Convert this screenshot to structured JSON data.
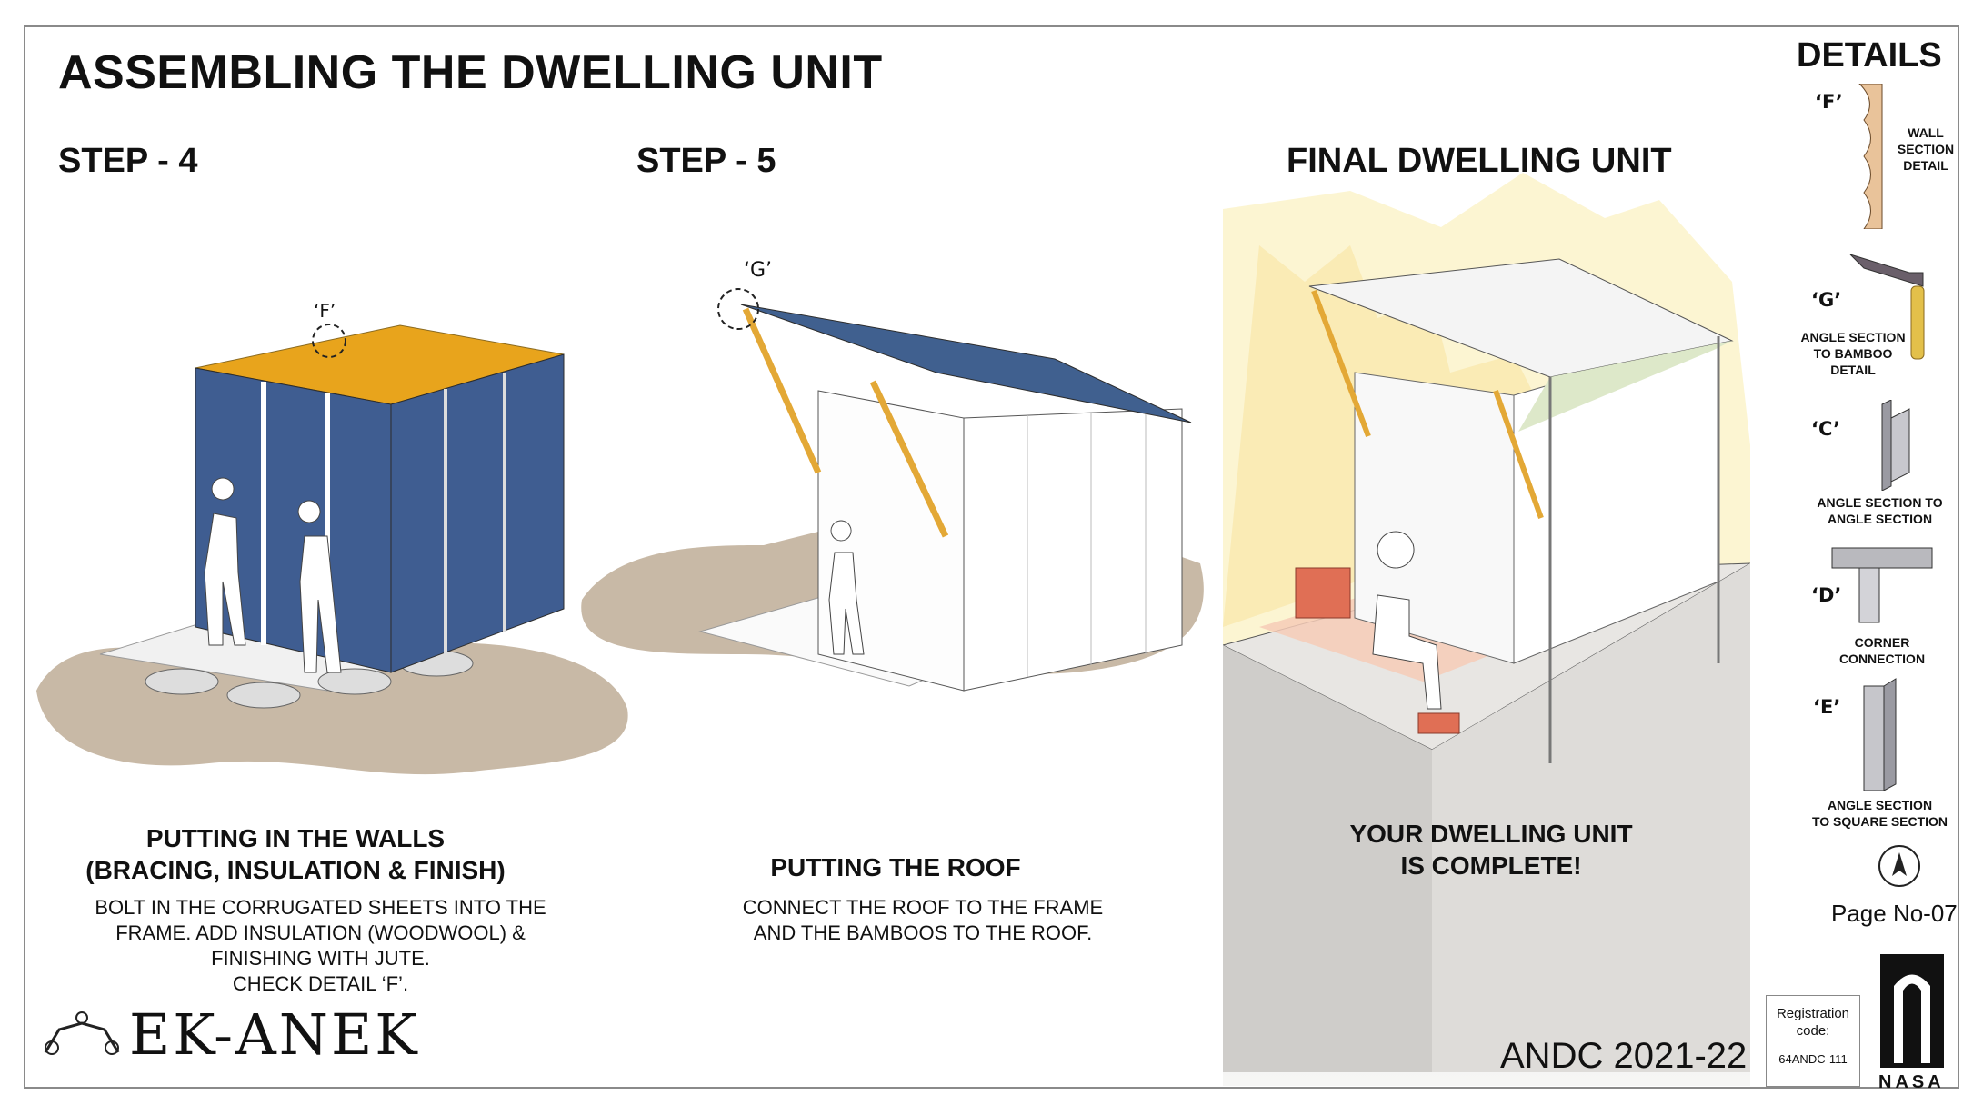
{
  "title": "ASSEMBLING THE DWELLING UNIT",
  "steps": {
    "step4": {
      "heading": "STEP - 4",
      "marker": "‘F’",
      "caption_line1": "PUTTING IN THE WALLS",
      "caption_line2": "(BRACING, INSULATION & FINISH)",
      "desc_line1": "BOLT IN THE CORRUGATED SHEETS INTO THE",
      "desc_line2": "FRAME. ADD INSULATION (WOODWOOL) &",
      "desc_line3": "FINISHING WITH JUTE.",
      "desc_line4": "CHECK DETAIL ‘F’."
    },
    "step5": {
      "heading": "STEP - 5",
      "marker": "‘G’",
      "caption": "PUTTING THE ROOF",
      "desc_line1": "CONNECT THE ROOF TO THE FRAME",
      "desc_line2": "AND THE BAMBOOS TO THE ROOF."
    },
    "final": {
      "heading": "FINAL DWELLING UNIT",
      "caption_line1": "YOUR DWELLING UNIT",
      "caption_line2": "IS COMPLETE!"
    }
  },
  "details": {
    "heading": "DETAILS",
    "items": [
      {
        "label": "‘F’",
        "text_line1": "WALL",
        "text_line2": "SECTION",
        "text_line3": "DETAIL"
      },
      {
        "label": "‘G’",
        "text_line1": "ANGLE SECTION",
        "text_line2": "TO BAMBOO",
        "text_line3": "DETAIL"
      },
      {
        "label": "‘C’",
        "text_line1": "ANGLE SECTION TO",
        "text_line2": "ANGLE SECTION"
      },
      {
        "label": "‘D’",
        "text_line1": "CORNER",
        "text_line2": "CONNECTION"
      },
      {
        "label": "‘E’",
        "text_line1": "ANGLE SECTION",
        "text_line2": "TO SQUARE SECTION"
      }
    ],
    "north": "N"
  },
  "footer": {
    "page": "Page No-07",
    "reg_line1": "Registration",
    "reg_line2": "code:",
    "reg_code": "64ANDC-111",
    "andc": "ANDC 2021-22",
    "logo": "EK-ANEK",
    "nasa": "NASA"
  },
  "colors": {
    "wall_blue": "#3f5d91",
    "insulation_orange": "#e8a41c",
    "bamboo": "#e3a836",
    "shadow": "#c8b9a6",
    "roof_blue": "#40608f"
  }
}
